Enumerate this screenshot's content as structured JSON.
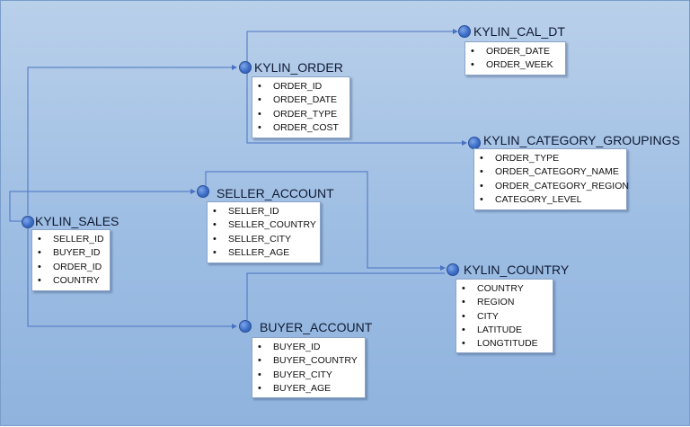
{
  "tables": {
    "kylin_cal_dt": {
      "name": "KYLIN_CAL_DT",
      "fields": [
        "ORDER_DATE",
        "ORDER_WEEK"
      ]
    },
    "kylin_order": {
      "name": "KYLIN_ORDER",
      "fields": [
        "ORDER_ID",
        "ORDER_DATE",
        "ORDER_TYPE",
        "ORDER_COST"
      ]
    },
    "kylin_category_groupings": {
      "name": "KYLIN_CATEGORY_GROUPINGS",
      "fields": [
        "ORDER_TYPE",
        "ORDER_CATEGORY_NAME",
        "ORDER_CATEGORY_REGION",
        "CATEGORY_LEVEL"
      ]
    },
    "seller_account": {
      "name": "SELLER_ACCOUNT",
      "fields": [
        "SELLER_ID",
        "SELLER_COUNTRY",
        "SELLER_CITY",
        "SELLER_AGE"
      ]
    },
    "kylin_sales": {
      "name": "KYLIN_SALES",
      "fields": [
        "SELLER_ID",
        "BUYER_ID",
        "ORDER_ID",
        "COUNTRY"
      ]
    },
    "kylin_country": {
      "name": "KYLIN_COUNTRY",
      "fields": [
        "COUNTRY",
        "REGION",
        "CITY",
        "LATITUDE",
        "LONGTITUDE"
      ]
    },
    "buyer_account": {
      "name": "BUYER_ACCOUNT",
      "fields": [
        "BUYER_ID",
        "BUYER_COUNTRY",
        "BUYER_CITY",
        "BUYER_AGE"
      ]
    }
  },
  "relationships": [
    {
      "from": "kylin_sales",
      "to": "kylin_order"
    },
    {
      "from": "kylin_sales",
      "to": "seller_account"
    },
    {
      "from": "kylin_sales",
      "to": "buyer_account"
    },
    {
      "from": "kylin_order",
      "to": "kylin_cal_dt"
    },
    {
      "from": "kylin_order",
      "to": "kylin_category_groupings"
    },
    {
      "from": "seller_account",
      "to": "kylin_country"
    },
    {
      "from": "buyer_account",
      "to": "kylin_country"
    }
  ],
  "colors": {
    "background": "#a9c6e8",
    "connector": "#4a72c4",
    "node": "#3d6fc9"
  }
}
